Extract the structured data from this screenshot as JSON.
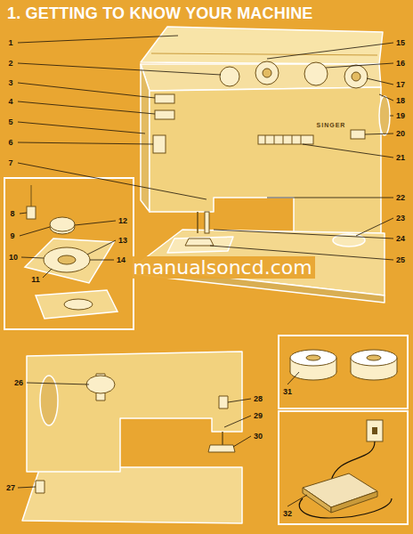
{
  "diagram": {
    "title": "1. GETTING TO KNOW YOUR MACHINE",
    "labels": [
      "1",
      "2",
      "3",
      "4",
      "5",
      "6",
      "7",
      "8",
      "9",
      "10",
      "11",
      "12",
      "13",
      "14",
      "15",
      "16",
      "17",
      "18",
      "19",
      "20",
      "21",
      "22",
      "23",
      "24",
      "25",
      "26",
      "27",
      "28",
      "29",
      "30",
      "31",
      "32",
      "SINGER",
      "manualsoncd.com"
    ]
  }
}
